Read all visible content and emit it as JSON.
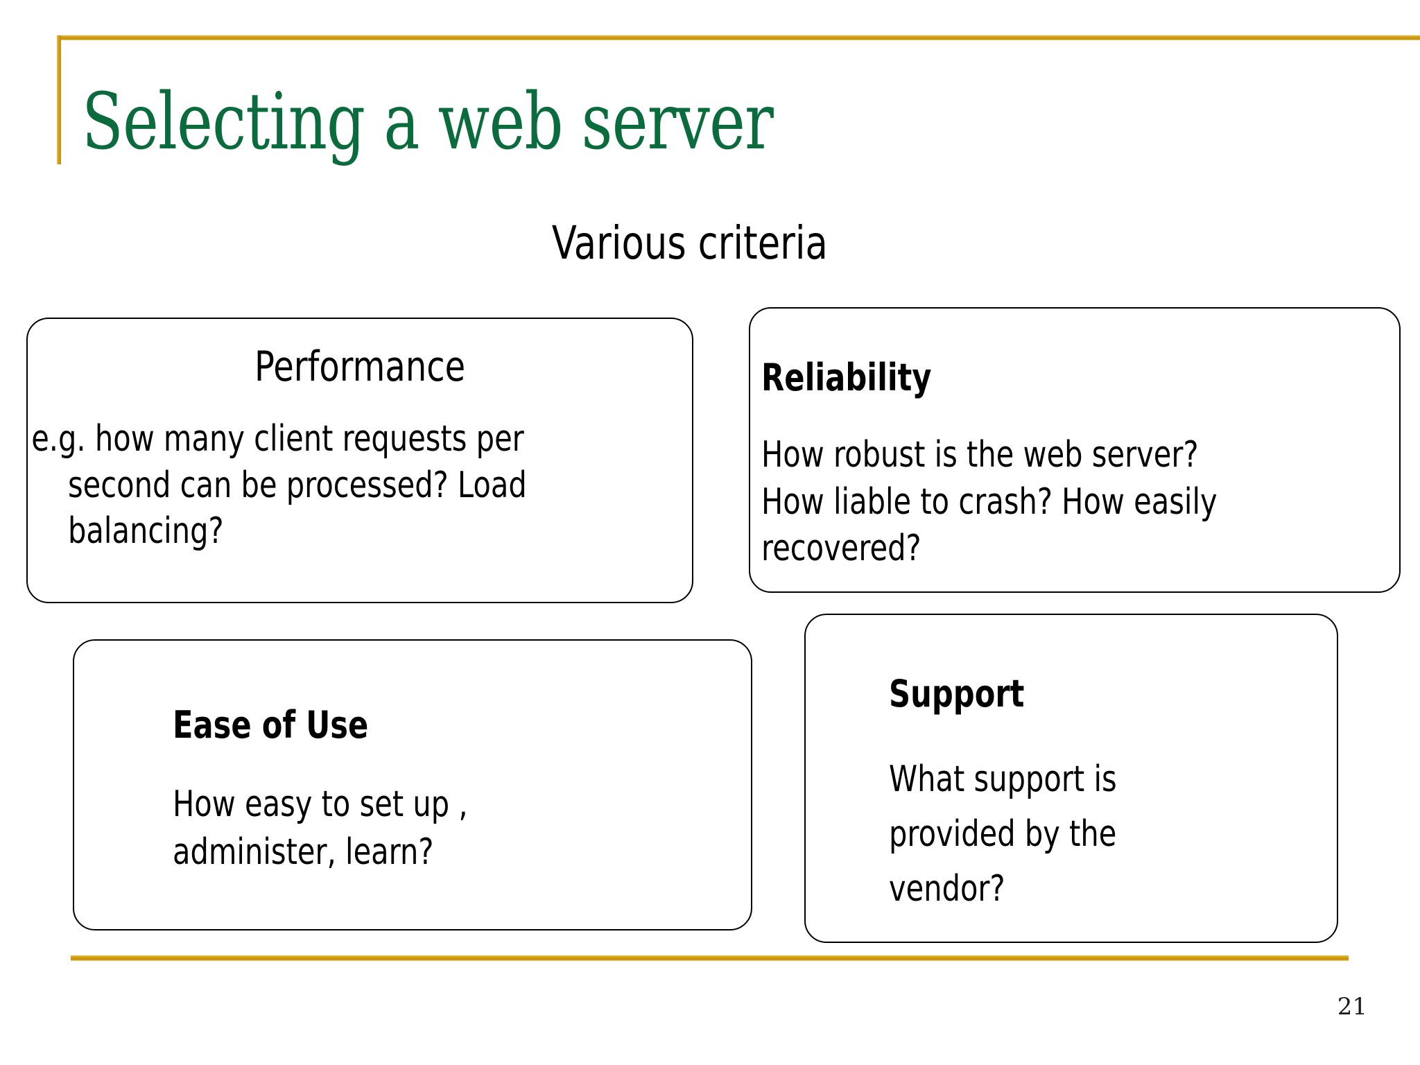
{
  "slide": {
    "title": "Selecting a web server",
    "subtitle": "Various criteria",
    "page_number": "21",
    "colors": {
      "title_green": "#0a6b3d",
      "rule_gold": "#d4a017",
      "box_border": "#000000",
      "text": "#000000",
      "background": "#ffffff"
    }
  },
  "criteria": [
    {
      "id": "performance",
      "title": "Performance",
      "body": "e.g. how many client requests per second can be processed? Load balancing?"
    },
    {
      "id": "reliability",
      "title": "Reliability",
      "body": "How robust is the web server? How liable to crash? How easily recovered?"
    },
    {
      "id": "ease-of-use",
      "title": "Ease of Use",
      "body": "How easy to set up , administer, learn?"
    },
    {
      "id": "support",
      "title": "Support",
      "body": "What support is provided by the vendor?"
    }
  ]
}
